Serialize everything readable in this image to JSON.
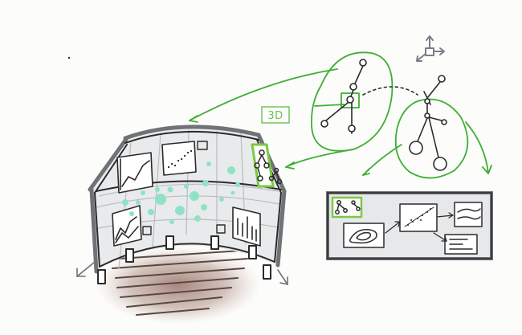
{
  "annotation_3d": {
    "text": "3D"
  },
  "colors": {
    "ink": "#2b2b2b",
    "frame_gray": "#6f7377",
    "panel_fill": "#e7e8ea",
    "arrow_green": "#3fae33",
    "dot_teal": "#8fe3c4",
    "highlight_green": "#7ac943",
    "floor_brown": "#8b6155",
    "background": "#fcfcfa"
  },
  "icons": [
    "axis-gizmo-icon",
    "tree-graph-icon",
    "curved-display-wall",
    "desktop-display-panel",
    "floor-shadow"
  ]
}
